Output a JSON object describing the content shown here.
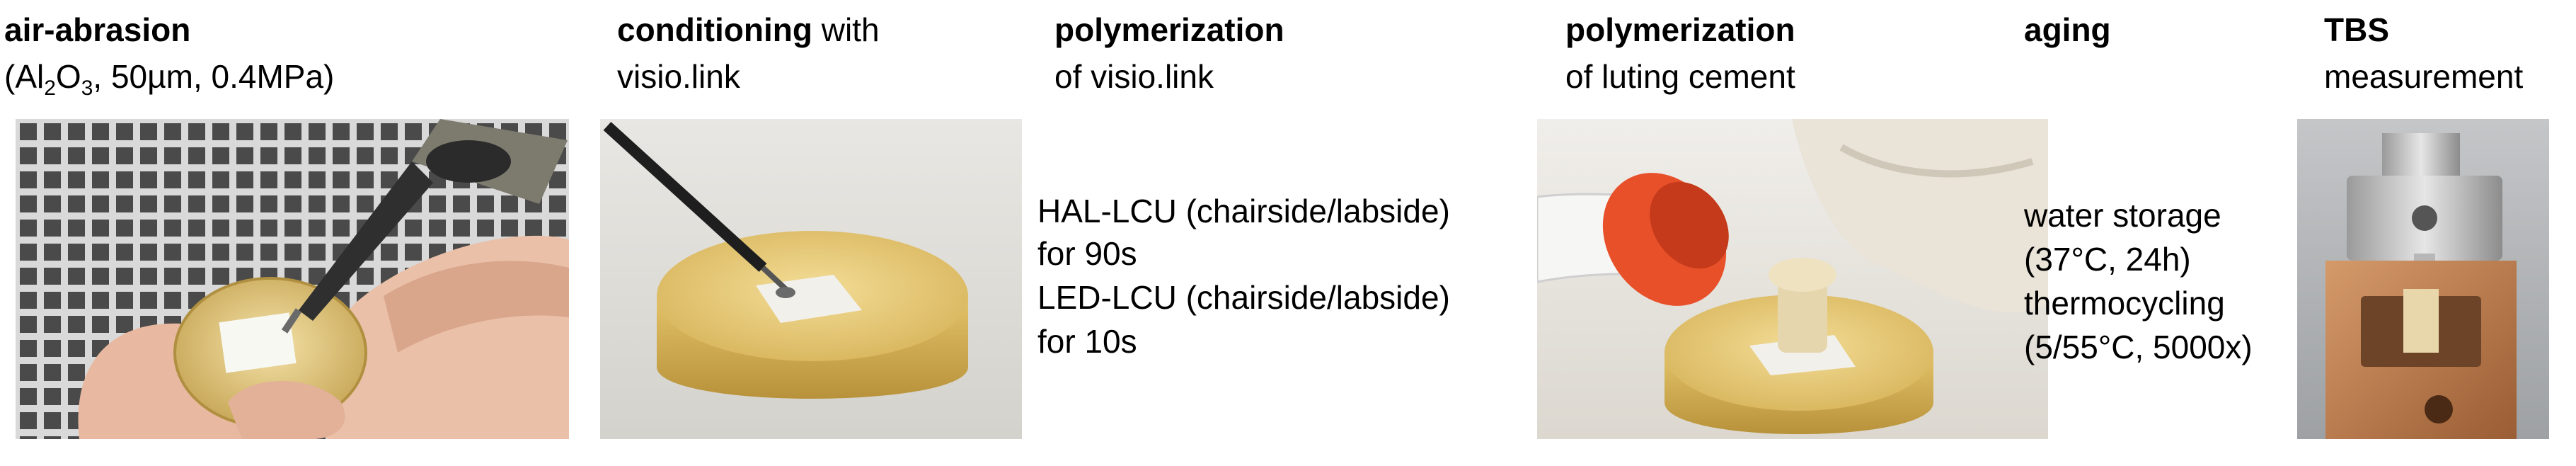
{
  "steps": [
    {
      "title_bold": "air-abrasion",
      "subtitle_parts": [
        "(Al",
        "2",
        "O",
        "3",
        ", 50µm, 0.4MPa)"
      ]
    },
    {
      "title_bold": "conditioning",
      "title_rest": " with",
      "subtitle": "visio.link"
    },
    {
      "title_bold": "polymerization",
      "subtitle": "of visio.link",
      "details": [
        "HAL-LCU  (chairside/labside)",
        "for 90s",
        "LED-LCU  (chairside/labside)",
        "for 10s"
      ]
    },
    {
      "title_bold": "polymerization",
      "subtitle": "of luting cement"
    },
    {
      "title_bold": "aging",
      "details": [
        "water storage",
        "(37°C, 24h)",
        "thermocycling",
        "(5/55°C, 5000x)"
      ]
    },
    {
      "title_bold": "TBS",
      "subtitle": "measurement"
    }
  ],
  "colors": {
    "resin_yellow": "#E6C770",
    "grid_gray": "#4A4A4A",
    "cap_orange": "#E8502A",
    "copper": "#B8764A",
    "steel": "#C9C9C9"
  }
}
